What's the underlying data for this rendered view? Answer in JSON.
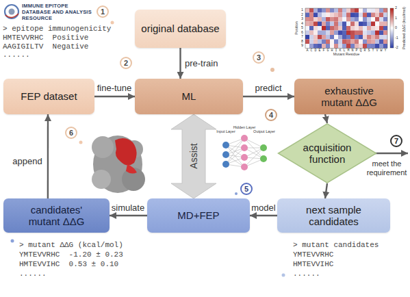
{
  "diagram": {
    "nodes": [
      {
        "text": [
          "original database"
        ]
      },
      {
        "text": [
          "FEP dataset"
        ]
      },
      {
        "text": [
          "ML"
        ]
      },
      {
        "text": [
          "exhaustive mutant ΔΔG"
        ]
      },
      {
        "text": [
          "acquisition function"
        ]
      },
      {
        "text": [
          "candidates' mutant ΔΔG"
        ]
      },
      {
        "text": [
          "MD+FEP"
        ]
      },
      {
        "text": [
          "next sample candidates"
        ]
      }
    ],
    "edges": [
      {
        "from": 0,
        "to": 2,
        "label": "pre-train",
        "arrow": "to"
      },
      {
        "from": 1,
        "to": 2,
        "label": "fine-tune",
        "arrow": "to"
      },
      {
        "from": 2,
        "to": 3,
        "label": "predict",
        "arrow": "to"
      },
      {
        "from": 3,
        "to": 4,
        "arrow": "to"
      },
      {
        "from": 4,
        "to": 7,
        "arrow": "to"
      },
      {
        "from": 7,
        "to": 6,
        "label": "model",
        "arrow": "to"
      },
      {
        "from": 6,
        "to": 5,
        "label": "simulate",
        "arrow": "to"
      },
      {
        "from": 5,
        "to": 1,
        "label": "append",
        "arrow": "to"
      },
      {
        "from": 2,
        "to": 6,
        "label": "Assist",
        "arrow": "both"
      }
    ],
    "labels": [
      "IMMUNE EPITOPE DATABASE AND ANALYSIS RESOURCE",
      "1",
      "> epitope immunogenicity",
      "HMTEVVRHC  Positive",
      "AAGIGILTV  Negative",
      "......",
      "2",
      "3",
      "4",
      "5",
      "6",
      "7",
      "meet the requirement",
      "> mutant ΔΔG (kcal/mol)",
      "YMTEVVRHC  -1.20 ± 0.23",
      "HMTEVVIHC  0.53 ± 0.10",
      "......",
      "> mutant candidates",
      "YMTEVVRHC",
      "HMTEVVIHC",
      "......",
      "Position",
      "1",
      "2",
      "3",
      "4",
      "5",
      "6",
      "7",
      "8",
      "9",
      "A C D E F G H I K L M N P Q R S T V W Y",
      "Mutant Residue",
      "2",
      "1",
      "0",
      "-1",
      "-2",
      "Predicted ΔΔG (kcal/mol)",
      "Input Layer",
      "Hidden Layer",
      "Output Layer"
    ]
  }
}
